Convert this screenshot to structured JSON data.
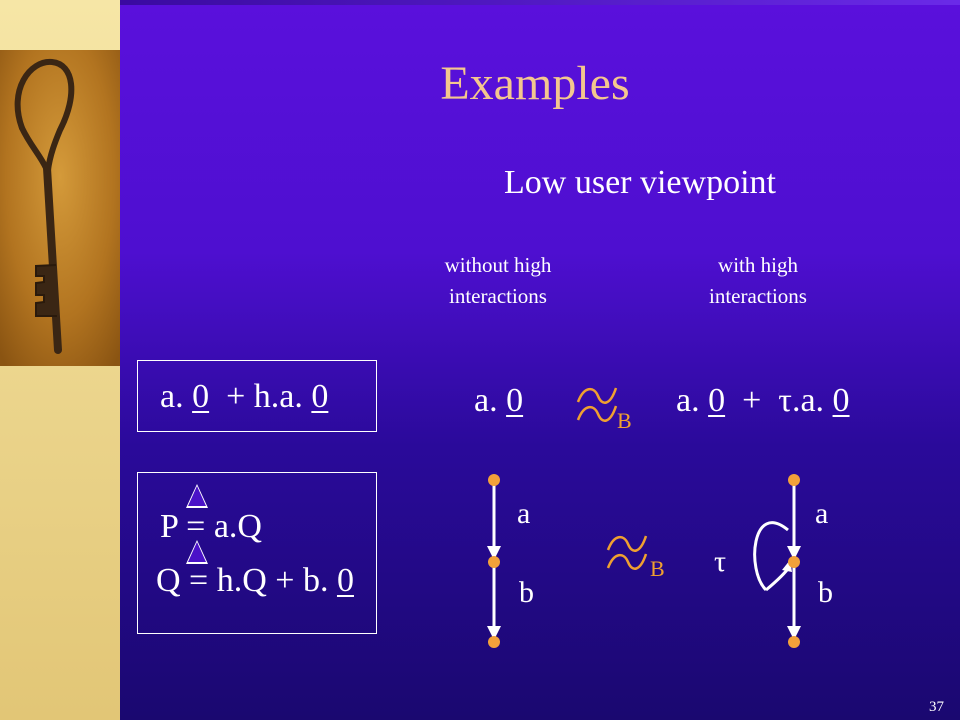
{
  "slide": {
    "title": "Examples",
    "subtitle": "Low user viewpoint",
    "col_without": "without high\ninteractions",
    "col_with": "with high\ninteractions",
    "page_number": "37"
  },
  "row1": {
    "left_expr": {
      "p1": "a.",
      "z1": "0",
      "p2": "+ h.a.",
      "z2": "0"
    },
    "lhs": {
      "p1": "a.",
      "z1": "0"
    },
    "relation_sub": "B",
    "rhs": {
      "p1": "a.",
      "z1": "0",
      "p2": "+",
      "tau": "τ",
      "p3": ".a.",
      "z2": "0"
    }
  },
  "row2": {
    "eq1": "P = a.Q",
    "eq2": {
      "p1": "Q = h.Q + b.",
      "z1": "0"
    },
    "relation_sub": "B",
    "graph_left": {
      "edge1": "a",
      "edge2": "b"
    },
    "graph_right": {
      "loop": "τ",
      "edge1": "a",
      "edge2": "b"
    }
  },
  "colors": {
    "accent_orange": "#f2a13a",
    "title_color": "#f4c78e",
    "relation_color": "#f0a030"
  }
}
